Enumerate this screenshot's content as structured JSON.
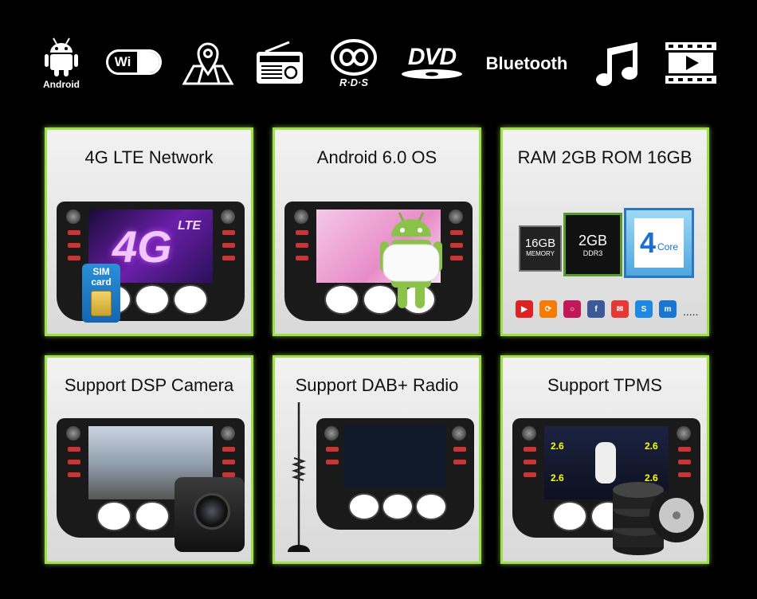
{
  "top_icons": {
    "android_label": "Android",
    "wifi_label": "Wi Fi",
    "rds_label": "R·D·S",
    "dvd_label": "DVD",
    "bluetooth_label": "Bluetooth"
  },
  "cards": [
    {
      "title": "4G LTE Network",
      "badge_main": "4G",
      "badge_sub": "LTE",
      "sim_label": "SIM card"
    },
    {
      "title": "Android 6.0 OS"
    },
    {
      "title": "RAM 2GB ROM 16GB",
      "rom_value": "16GB",
      "rom_label": "MEMORY",
      "ram_value": "2GB",
      "ram_label": "DDR3",
      "core_num": "4",
      "core_label": "Core",
      "more": "....."
    },
    {
      "title": "Support DSP Camera"
    },
    {
      "title": "Support DAB+ Radio"
    },
    {
      "title": "Support TPMS",
      "tire_values": [
        "2.6",
        "2.6",
        "2.6",
        "2.6"
      ]
    }
  ],
  "colors": {
    "card_border": "#9fe04a",
    "background": "#000000",
    "android_green": "#8bc34a"
  }
}
